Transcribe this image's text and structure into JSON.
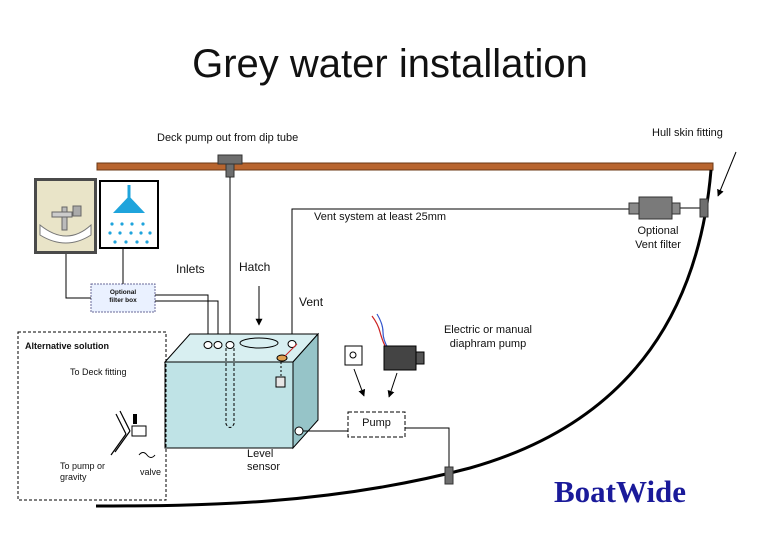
{
  "title": "Grey water installation",
  "labels": {
    "deck_pump": "Deck pump out from dip tube",
    "hull_skin": "Hull skin fitting",
    "vent_system": "Vent system at least 25mm",
    "vent_filter": "Optional\nVent filter",
    "inlets": "Inlets",
    "hatch": "Hatch",
    "vent": "Vent",
    "filter_box": "Optional\nfilter box",
    "electric_pump": "Electric or manual\ndiaphram pump",
    "pump": "Pump",
    "level_sensor": "Level\nsensor",
    "alt_solution": "Alternative solution",
    "to_deck_fitting": "To Deck fitting",
    "to_pump_gravity": "To pump or\ngravity",
    "valve": "valve"
  },
  "brand": "BoatWide",
  "colors": {
    "deck": "#b8652f",
    "tank_face": "#bfe3e6",
    "tank_top": "#d8eff1",
    "tank_side": "#96c4c8",
    "hull": "#000000",
    "fitting": "#6e6e6e",
    "pump_body": "#444444",
    "shower": "#1fa4dc",
    "brand": "#1a1a9a"
  },
  "icons": [
    "basin-tap-icon",
    "shower-head-icon",
    "hull-fitting-icon",
    "vent-filter-icon",
    "deck-fitting-icon",
    "manual-pump-icon",
    "electric-pump-icon",
    "valve-icon"
  ]
}
